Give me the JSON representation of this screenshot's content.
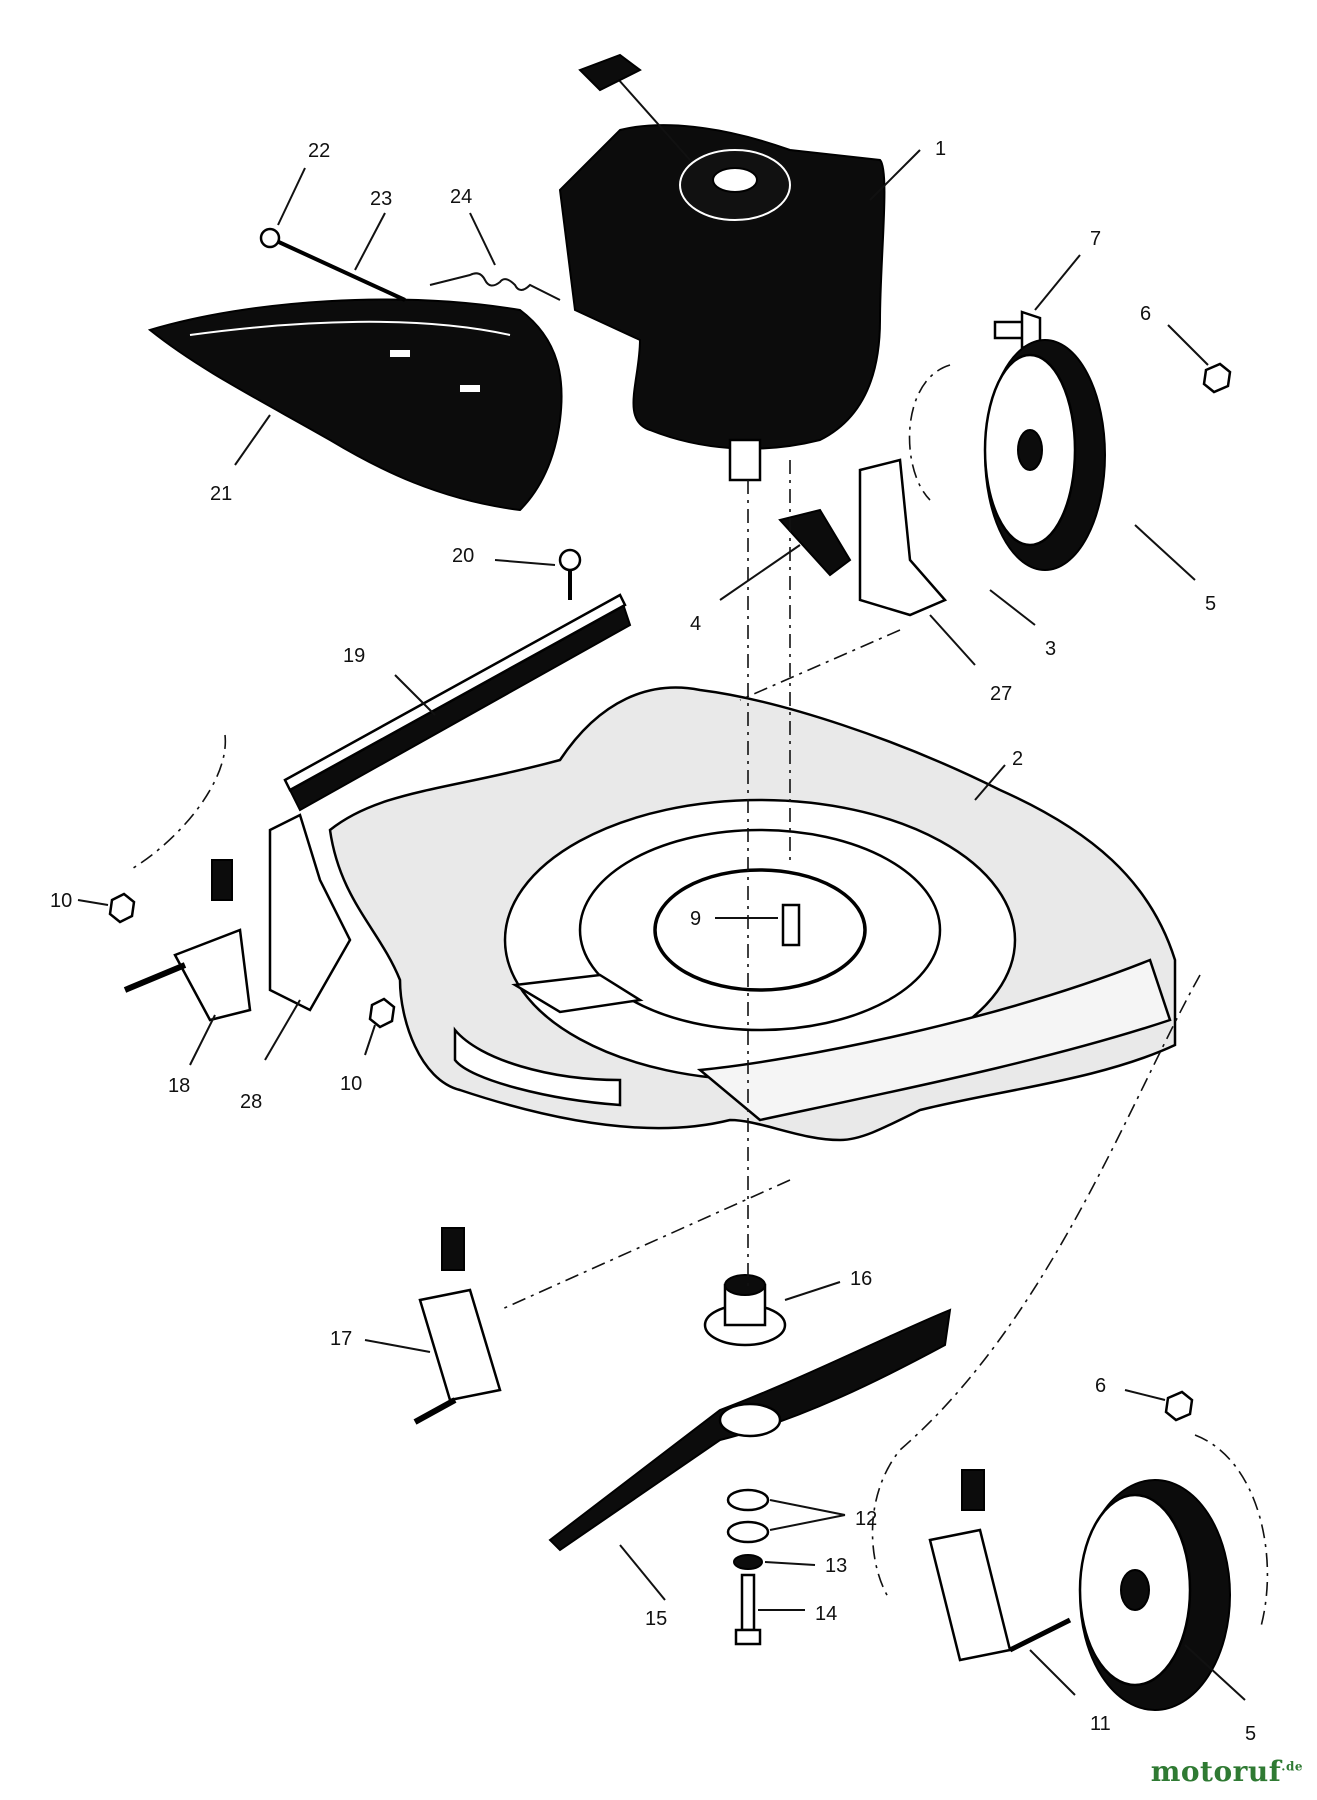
{
  "callouts": [
    "1",
    "2",
    "3",
    "4",
    "5",
    "5",
    "6",
    "6",
    "7",
    "9",
    "10",
    "10",
    "11",
    "12",
    "13",
    "14",
    "15",
    "16",
    "17",
    "18",
    "19",
    "20",
    "21",
    "22",
    "23",
    "24",
    "27",
    "28"
  ],
  "watermark": {
    "name": "motoruf",
    "tld": ".de"
  },
  "colors": {
    "ink": "#000000",
    "deck_fill": "#e9e9e9",
    "watermark_green": "#2f7a33"
  }
}
